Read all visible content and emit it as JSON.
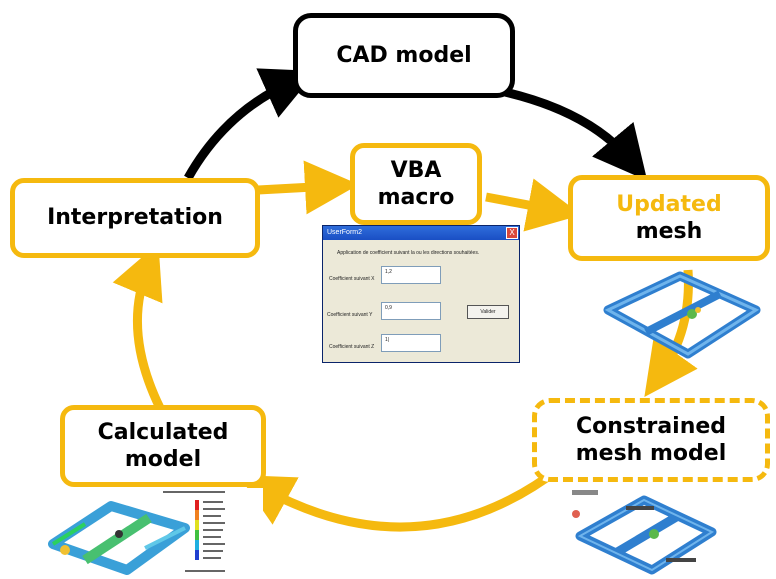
{
  "nodes": {
    "cad_model": "CAD model",
    "vba_line1": "VBA",
    "vba_line2": "macro",
    "updated_line1": "Updated",
    "updated_line2": "mesh",
    "interpretation": "Interpretation",
    "constrained_line1": "Constrained",
    "constrained_line2": "mesh model",
    "calculated_line1": "Calculated",
    "calculated_line2": "model"
  },
  "vba_form": {
    "title": "UserForm2",
    "close": "X",
    "instruction": "Application de coefficient suivant la ou les directions souhaitées.",
    "label_x": "Coefficient suivant X",
    "label_y": "Coefficient suivant Y",
    "label_z": "Coefficient suivant Z",
    "value_x": "1,2",
    "value_y": "0,9",
    "value_z": "1|",
    "button": "Valider"
  },
  "colors": {
    "gold": "#f5b90f",
    "updated_text": "#f5b90f",
    "black": "#000000",
    "mesh_blue": "#3d8fd6"
  }
}
